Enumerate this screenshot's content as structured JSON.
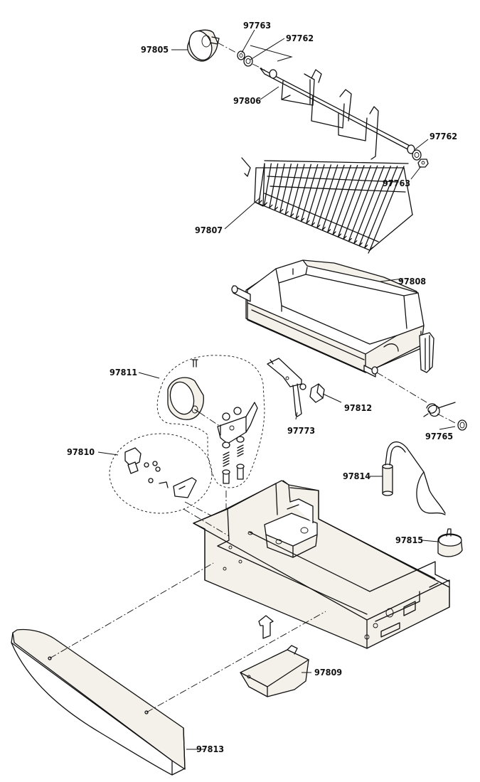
{
  "parts": [
    {
      "id": "p97763a",
      "label": "97763"
    },
    {
      "id": "p97762a",
      "label": "97762"
    },
    {
      "id": "p97805",
      "label": "97805"
    },
    {
      "id": "p97806",
      "label": "97806"
    },
    {
      "id": "p97762b",
      "label": "97762"
    },
    {
      "id": "p97763b",
      "label": "97763"
    },
    {
      "id": "p97807",
      "label": "97807"
    },
    {
      "id": "p97808",
      "label": "97808"
    },
    {
      "id": "p97811",
      "label": "97811"
    },
    {
      "id": "p97812",
      "label": "97812"
    },
    {
      "id": "p97773",
      "label": "97773"
    },
    {
      "id": "p97765",
      "label": "97765"
    },
    {
      "id": "p97810",
      "label": "97810"
    },
    {
      "id": "p97814",
      "label": "97814"
    },
    {
      "id": "p97815",
      "label": "97815"
    },
    {
      "id": "p97809",
      "label": "97809"
    },
    {
      "id": "p97813",
      "label": "97813"
    }
  ]
}
